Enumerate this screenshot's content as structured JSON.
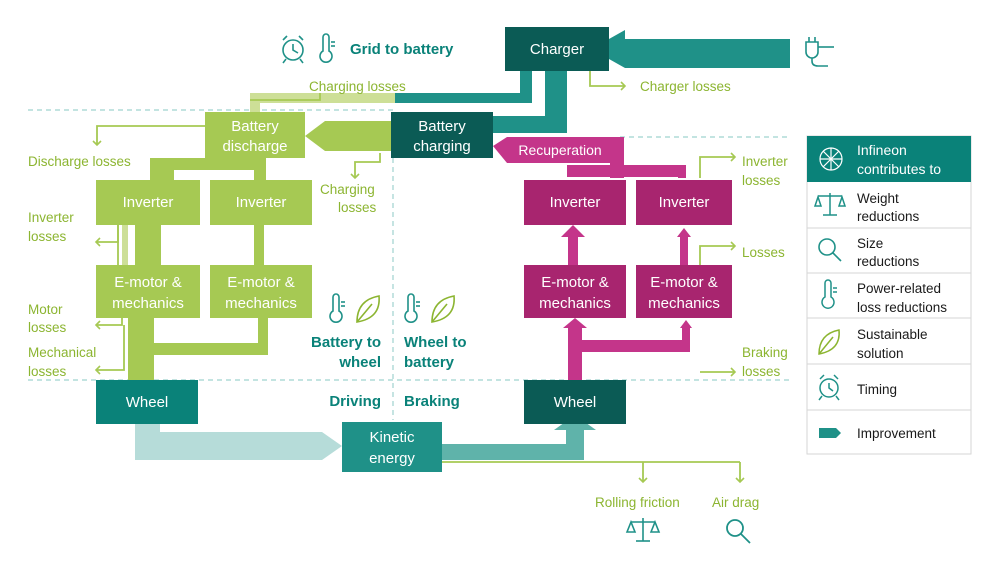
{
  "colors": {
    "lime": "#a6c953",
    "lime_light": "#cddf97",
    "teal_dark": "#0b5b55",
    "teal": "#1f9188",
    "teal_light": "#b6dcd9",
    "magenta": "#a8256f",
    "magenta_bright": "#c4358a",
    "label_green": "#8cb531",
    "label_teal": "#0a8279"
  },
  "top": {
    "grid_to_battery": "Grid to battery",
    "charger": "Charger",
    "charger_losses": "Charger losses",
    "charging_losses_top": "Charging losses"
  },
  "left": {
    "battery_discharge_1": "Battery",
    "battery_discharge_2": "discharge",
    "discharge_losses": "Discharge losses",
    "inverter_a": "Inverter",
    "inverter_b": "Inverter",
    "inverter_losses_1": "Inverter",
    "inverter_losses_2": "losses",
    "emotor_a_1": "E-motor &",
    "emotor_a_2": "mechanics",
    "emotor_b_1": "E-motor &",
    "emotor_b_2": "mechanics",
    "motor_losses_1": "Motor",
    "motor_losses_2": "losses",
    "mech_losses_1": "Mechanical",
    "mech_losses_2": "losses",
    "wheel": "Wheel",
    "charging_losses_mid_1": "Charging",
    "charging_losses_mid_2": "losses",
    "battery_to_wheel_1": "Battery to",
    "battery_to_wheel_2": "wheel",
    "driving": "Driving"
  },
  "right": {
    "battery_charging_1": "Battery",
    "battery_charging_2": "charging",
    "recuperation": "Recuperation",
    "inverter_a": "Inverter",
    "inverter_b": "Inverter",
    "inverter_losses_1": "Inverter",
    "inverter_losses_2": "losses",
    "emotor_a_1": "E-motor &",
    "emotor_a_2": "mechanics",
    "emotor_b_1": "E-motor &",
    "emotor_b_2": "mechanics",
    "losses": "Losses",
    "braking_losses_1": "Braking",
    "braking_losses_2": "losses",
    "wheel": "Wheel",
    "wheel_to_battery_1": "Wheel to",
    "wheel_to_battery_2": "battery",
    "braking": "Braking"
  },
  "bottom": {
    "kinetic_1": "Kinetic",
    "kinetic_2": "energy",
    "rolling_friction": "Rolling friction",
    "air_drag": "Air drag"
  },
  "legend": {
    "header_1": "Infineon",
    "header_2": "contributes to",
    "items": [
      {
        "icon": "scale-icon",
        "l1": "Weight",
        "l2": "reductions"
      },
      {
        "icon": "magnifier-icon",
        "l1": "Size",
        "l2": "reductions"
      },
      {
        "icon": "thermometer-icon",
        "l1": "Power-related",
        "l2": "loss reductions"
      },
      {
        "icon": "leaf-icon",
        "l1": "Sustainable",
        "l2": "solution"
      },
      {
        "icon": "alarm-clock-icon",
        "l1": "Timing",
        "l2": ""
      },
      {
        "icon": "arrow-marker-icon",
        "l1": "Improvement",
        "l2": ""
      }
    ]
  }
}
